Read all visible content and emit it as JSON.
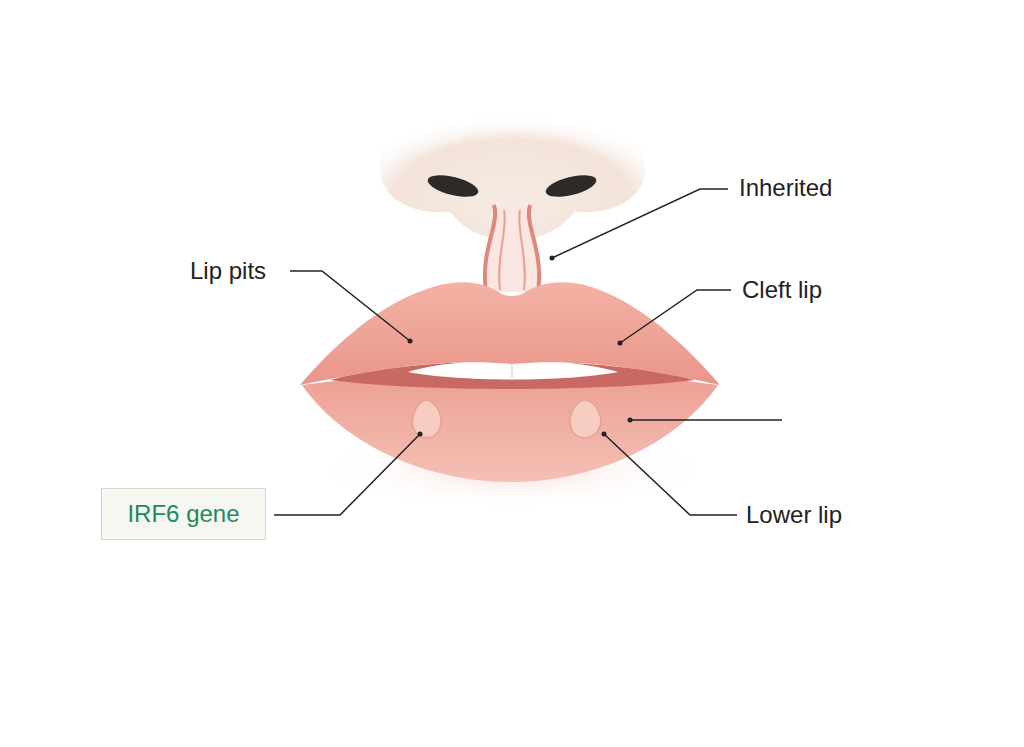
{
  "diagram": {
    "nodes": [
      {
        "text": [
          "IRF6 gene"
        ]
      }
    ],
    "labels": [
      "Inherited",
      "Lip pits",
      "Cleft lip",
      "Lower lip"
    ]
  }
}
